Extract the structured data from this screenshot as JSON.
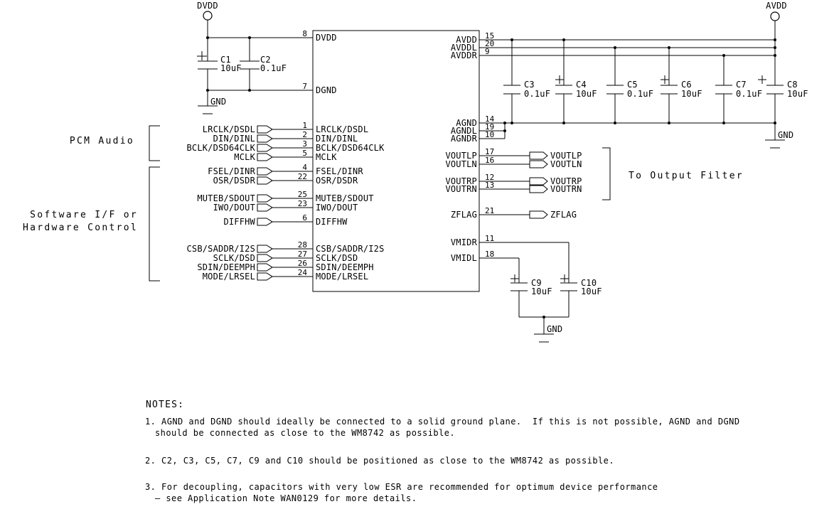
{
  "ic": {
    "left_pins": [
      {
        "num": "8",
        "name": "DVDD"
      },
      {
        "num": "7",
        "name": "DGND"
      },
      {
        "num": "1",
        "name": "LRCLK/DSDL"
      },
      {
        "num": "2",
        "name": "DIN/DINL"
      },
      {
        "num": "3",
        "name": "BCLK/DSD64CLK"
      },
      {
        "num": "5",
        "name": "MCLK"
      },
      {
        "num": "4",
        "name": "FSEL/DINR"
      },
      {
        "num": "22",
        "name": "OSR/DSDR"
      },
      {
        "num": "25",
        "name": "MUTEB/SDOUT"
      },
      {
        "num": "23",
        "name": "IWO/DOUT"
      },
      {
        "num": "6",
        "name": "DIFFHW"
      },
      {
        "num": "28",
        "name": "CSB/SADDR/I2S"
      },
      {
        "num": "27",
        "name": "SCLK/DSD"
      },
      {
        "num": "26",
        "name": "SDIN/DEEMPH"
      },
      {
        "num": "24",
        "name": "MODE/LRSEL"
      }
    ],
    "right_pins": [
      {
        "num": "15",
        "name": "AVDD"
      },
      {
        "num": "20",
        "name": "AVDDL"
      },
      {
        "num": "9",
        "name": "AVDDR"
      },
      {
        "num": "14",
        "name": "AGND"
      },
      {
        "num": "19",
        "name": "AGNDL"
      },
      {
        "num": "10",
        "name": "AGNDR"
      },
      {
        "num": "17",
        "name": "VOUTLP"
      },
      {
        "num": "16",
        "name": "VOUTLN"
      },
      {
        "num": "12",
        "name": "VOUTRP"
      },
      {
        "num": "13",
        "name": "VOUTRN"
      },
      {
        "num": "21",
        "name": "ZFLAG"
      },
      {
        "num": "11",
        "name": "VMIDR"
      },
      {
        "num": "18",
        "name": "VMIDL"
      }
    ]
  },
  "capacitors": [
    {
      "ref": "C1",
      "value": "10uF"
    },
    {
      "ref": "C2",
      "value": "0.1uF"
    },
    {
      "ref": "C3",
      "value": "0.1uF"
    },
    {
      "ref": "C4",
      "value": "10uF"
    },
    {
      "ref": "C5",
      "value": "0.1uF"
    },
    {
      "ref": "C6",
      "value": "10uF"
    },
    {
      "ref": "C7",
      "value": "0.1uF"
    },
    {
      "ref": "C8",
      "value": "10uF"
    },
    {
      "ref": "C9",
      "value": "10uF"
    },
    {
      "ref": "C10",
      "value": "10uF"
    }
  ],
  "power": {
    "dvdd_terminal": "DVDD",
    "avdd_terminal": "AVDD",
    "gnd_label": "GND"
  },
  "annotations": {
    "pcm": "PCM Audio",
    "sw_line1": "Software I/F or",
    "sw_line2": "Hardware Control",
    "output_filter": "To Output Filter"
  },
  "notes": {
    "heading": "NOTES:",
    "n1_line1": "1. AGND and DGND should ideally be connected to a solid ground plane.  If this is not possible, AGND and DGND",
    "n1_line2": "should be connected as close to the WM8742 as possible.",
    "n2": "2. C2, C3, C5, C7, C9 and C10 should be positioned as close to the WM8742 as possible.",
    "n3_line1": "3. For decoupling, capacitors with very low ESR are recommended for optimum device performance",
    "n3_line2": "– see Application Note WAN0129 for more details."
  }
}
